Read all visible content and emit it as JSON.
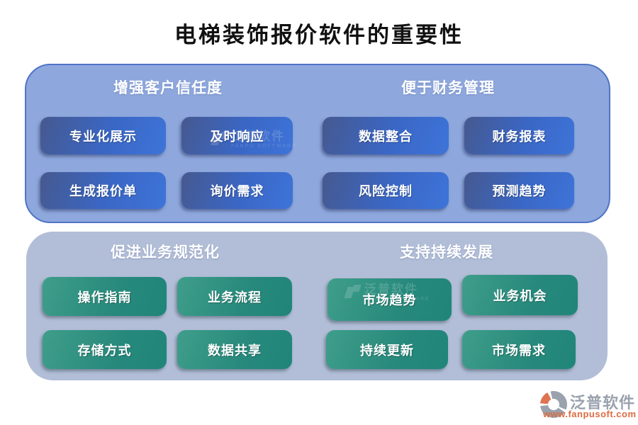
{
  "title": "电梯装饰报价软件的重要性",
  "panels": [
    {
      "id": "top",
      "sections": [
        {
          "header": "增强客户信任度",
          "buttons": [
            "专业化展示",
            "及时响应",
            "生成报价单",
            "询价需求"
          ]
        },
        {
          "header": "便于财务管理",
          "buttons": [
            "数据整合",
            "财务报表",
            "风险控制",
            "预测趋势"
          ]
        }
      ]
    },
    {
      "id": "bottom",
      "sections": [
        {
          "header": "促进业务规范化",
          "buttons": [
            "操作指南",
            "业务流程",
            "存储方式",
            "数据共享"
          ]
        },
        {
          "header": "支持持续发展",
          "buttons": [
            "市场趋势",
            "业务机会",
            "持续更新",
            "市场需求"
          ]
        }
      ]
    }
  ],
  "watermark": {
    "text": "泛普软件",
    "subtext": "FANPU SOFTWARE"
  },
  "footer": {
    "brand": "泛普软件",
    "url": "www.fanpusoft.com"
  },
  "colors": {
    "panel_top_bg": "#8ea8dd",
    "panel_top_border": "#4f74c6",
    "panel_bottom_bg": "#b2bed7",
    "node_blue": "#3b6ed0",
    "node_green": "#27897c",
    "brand_grey": "#9aa2ae",
    "url_orange": "#dd6a3f",
    "title_color": "#111111"
  }
}
